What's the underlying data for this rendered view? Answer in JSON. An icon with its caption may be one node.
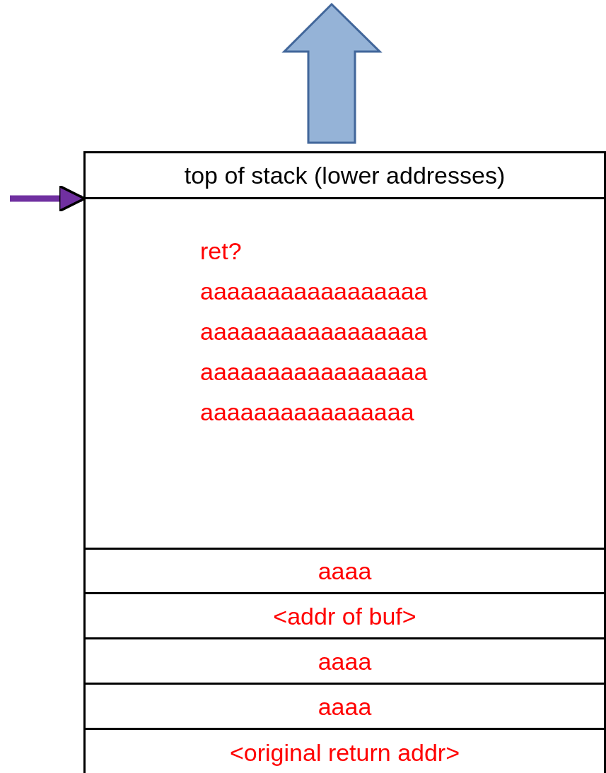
{
  "diagram": {
    "nodes": [
      {
        "text": [
          "top of stack (lower addresses)"
        ]
      },
      {
        "text": [
          "ret?",
          "aaaaaaaaaaaaaaaaa",
          "aaaaaaaaaaaaaaaaa",
          "aaaaaaaaaaaaaaaaa",
          "aaaaaaaaaaaaaaaa"
        ]
      },
      {
        "text": [
          "aaaa"
        ]
      },
      {
        "text": [
          "<addr of buf>"
        ]
      },
      {
        "text": [
          "aaaa"
        ]
      },
      {
        "text": [
          "aaaa"
        ]
      },
      {
        "text": [
          "<original return addr>"
        ]
      }
    ],
    "edges": [
      {
        "from": null,
        "to": 1,
        "arrow": "to",
        "color": "#7030a0"
      }
    ]
  }
}
